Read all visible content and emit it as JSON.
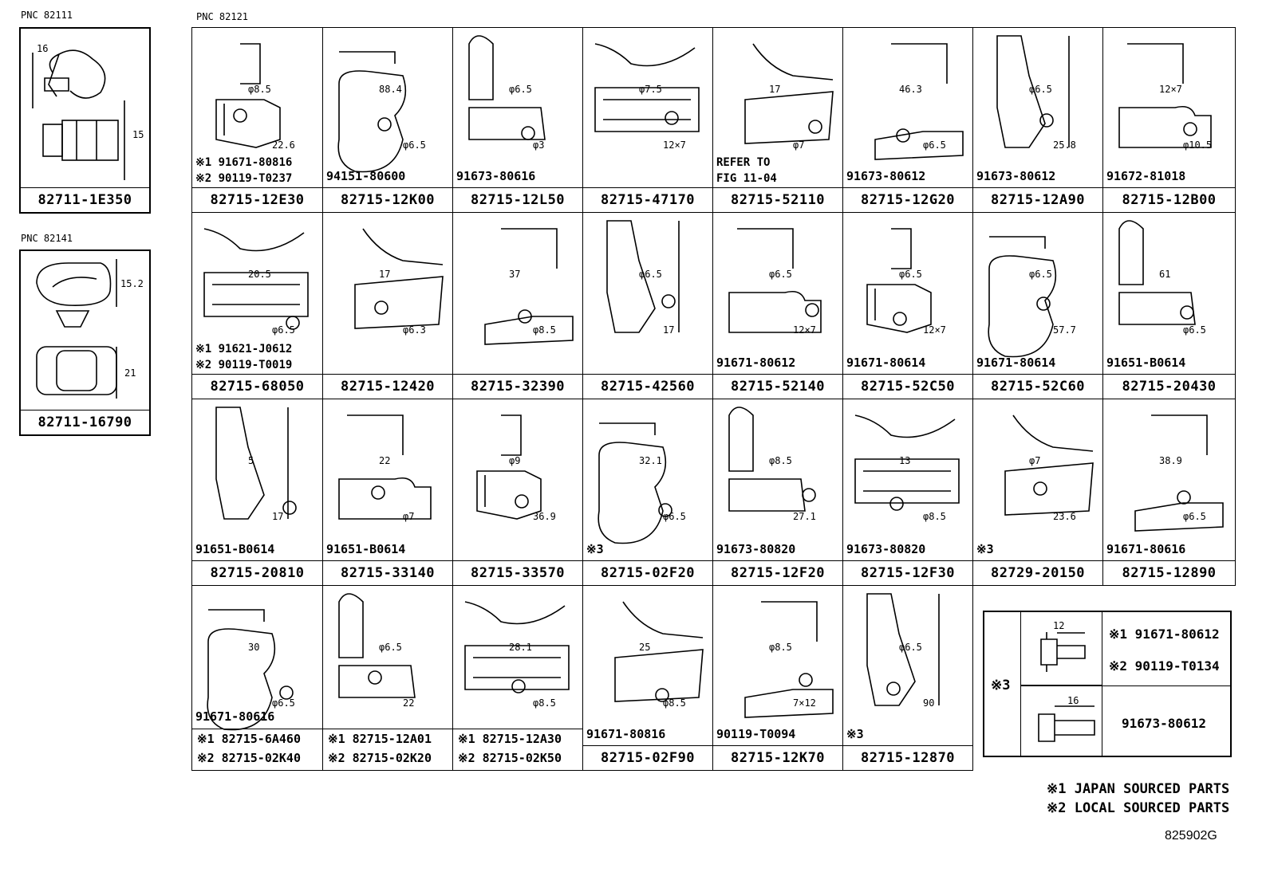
{
  "pnc_labels": {
    "a": "PNC 82111",
    "b": "PNC 82141",
    "c": "PNC 82121"
  },
  "left_boxes": [
    {
      "part": "82711-1E350",
      "dims": [
        "16",
        "15"
      ]
    },
    {
      "part": "82711-16790",
      "dims": [
        "15.2",
        "21"
      ]
    }
  ],
  "grid": [
    {
      "part": "82715-12E30",
      "bolt": [
        "※1 91671-80816",
        "※2 90119-T0237"
      ],
      "dims": [
        "φ8.5",
        "22.6"
      ]
    },
    {
      "part": "82715-12K00",
      "bolt": [
        "94151-80600"
      ],
      "dims": [
        "88.4",
        "φ6.5"
      ]
    },
    {
      "part": "82715-12L50",
      "bolt": [
        "91673-80616"
      ],
      "dims": [
        "φ6.5",
        "φ3"
      ]
    },
    {
      "part": "82715-47170",
      "bolt": [],
      "dims": [
        "φ7.5",
        "12×7"
      ]
    },
    {
      "part": "82715-52110",
      "bolt": [
        "REFER TO",
        "FIG 11-04"
      ],
      "dims": [
        "17",
        "φ7"
      ]
    },
    {
      "part": "82715-12G20",
      "bolt": [
        "91673-80612"
      ],
      "dims": [
        "46.3",
        "φ6.5"
      ]
    },
    {
      "part": "82715-12A90",
      "bolt": [
        "91673-80612"
      ],
      "dims": [
        "φ6.5",
        "25.8"
      ]
    },
    {
      "part": "82715-12B00",
      "bolt": [
        "91672-81018"
      ],
      "dims": [
        "12×7",
        "φ10.5"
      ]
    },
    {
      "part": "82715-68050",
      "bolt": [
        "※1 91621-J0612",
        "※2 90119-T0019"
      ],
      "dims": [
        "20.5",
        "φ6.5"
      ]
    },
    {
      "part": "82715-12420",
      "bolt": [],
      "dims": [
        "17",
        "φ6.3"
      ]
    },
    {
      "part": "82715-32390",
      "bolt": [],
      "dims": [
        "37",
        "φ8.5"
      ]
    },
    {
      "part": "82715-42560",
      "bolt": [],
      "dims": [
        "φ6.5",
        "17"
      ]
    },
    {
      "part": "82715-52140",
      "bolt": [
        "91671-80612"
      ],
      "dims": [
        "φ6.5",
        "12×7"
      ]
    },
    {
      "part": "82715-52C50",
      "bolt": [
        "91671-80614"
      ],
      "dims": [
        "φ6.5",
        "12×7"
      ]
    },
    {
      "part": "82715-52C60",
      "bolt": [
        "91671-80614"
      ],
      "dims": [
        "φ6.5",
        "57.7"
      ]
    },
    {
      "part": "82715-20430",
      "bolt": [
        "91651-B0614"
      ],
      "dims": [
        "61",
        "φ6.5"
      ]
    },
    {
      "part": "82715-20810",
      "bolt": [
        "91651-B0614"
      ],
      "dims": [
        "5",
        "17"
      ]
    },
    {
      "part": "82715-33140",
      "bolt": [
        "91651-B0614"
      ],
      "dims": [
        "22",
        "φ7"
      ]
    },
    {
      "part": "82715-33570",
      "bolt": [],
      "dims": [
        "φ9",
        "36.9"
      ]
    },
    {
      "part": "82715-02F20",
      "bolt": [
        "※3"
      ],
      "dims": [
        "32.1",
        "φ6.5"
      ]
    },
    {
      "part": "82715-12F20",
      "bolt": [
        "91673-80820"
      ],
      "dims": [
        "φ8.5",
        "27.1"
      ]
    },
    {
      "part": "82715-12F30",
      "bolt": [
        "91673-80820"
      ],
      "dims": [
        "13",
        "φ8.5"
      ]
    },
    {
      "part": "82729-20150",
      "bolt": [
        "※3"
      ],
      "dims": [
        "φ7",
        "23.6"
      ]
    },
    {
      "part": "82715-12890",
      "bolt": [
        "91671-80616"
      ],
      "dims": [
        "38.9",
        "φ6.5"
      ]
    },
    {
      "part2": [
        "※1 82715-6A460",
        "※2 82715-02K40"
      ],
      "bolt": [
        "91671-80616"
      ],
      "dims": [
        "30",
        "φ6.5"
      ]
    },
    {
      "part2": [
        "※1 82715-12A01",
        "※2 82715-02K20"
      ],
      "bolt": [],
      "dims": [
        "φ6.5",
        "22"
      ]
    },
    {
      "part2": [
        "※1 82715-12A30",
        "※2 82715-02K50"
      ],
      "bolt": [],
      "dims": [
        "28.1",
        "φ8.5"
      ]
    },
    {
      "part": "82715-02F90",
      "bolt": [
        "91671-80816"
      ],
      "dims": [
        "25",
        "φ8.5"
      ]
    },
    {
      "part": "82715-12K70",
      "bolt": [
        "90119-T0094"
      ],
      "dims": [
        "φ8.5",
        "7×12"
      ]
    },
    {
      "part": "82715-12870",
      "bolt": [
        "※3"
      ],
      "dims": [
        "φ6.5",
        "90"
      ]
    }
  ],
  "legend": {
    "mark": "※3",
    "row1": {
      "dim": "12",
      "parts": [
        "※1 91671-80612",
        "※2 90119-T0134"
      ]
    },
    "row2": {
      "dim": "16",
      "parts": [
        "91673-80612"
      ]
    }
  },
  "notes": [
    "※1 JAPAN SOURCED PARTS",
    "※2 LOCAL SOURCED PARTS"
  ],
  "drawing_code": "825902G"
}
